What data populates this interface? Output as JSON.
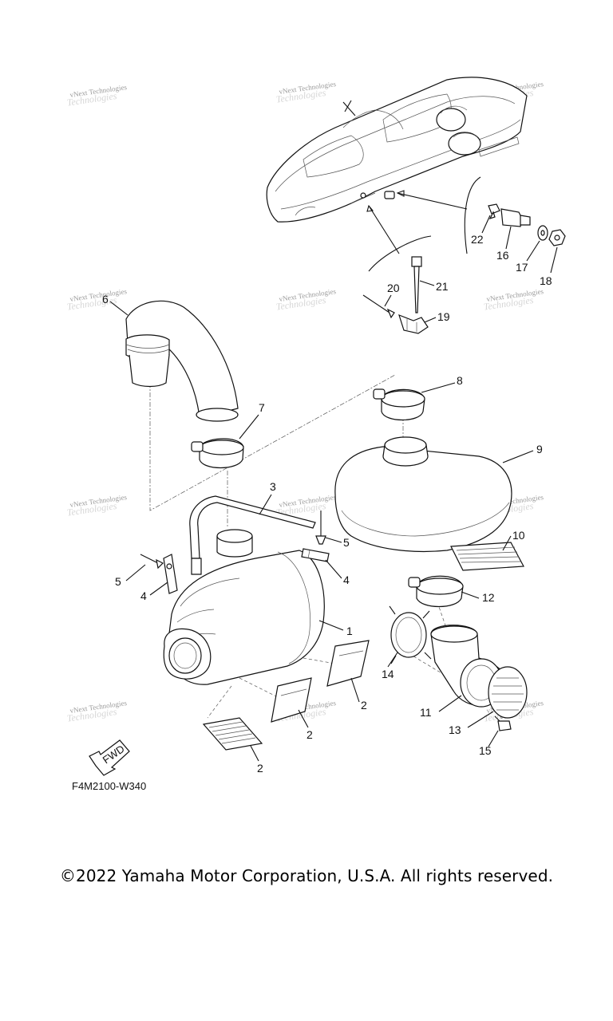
{
  "watermark_text": "vNext Technologies",
  "diagram_code": "F4M2100-W340",
  "fwd_label": "FWD",
  "copyright": "©2022 Yamaha Motor Corporation, U.S.A. All rights reserved.",
  "callouts": [
    "1",
    "2",
    "2",
    "2",
    "3",
    "4",
    "4",
    "5",
    "5",
    "6",
    "7",
    "8",
    "9",
    "10",
    "11",
    "12",
    "13",
    "14",
    "15",
    "16",
    "17",
    "18",
    "19",
    "20",
    "21",
    "22"
  ]
}
